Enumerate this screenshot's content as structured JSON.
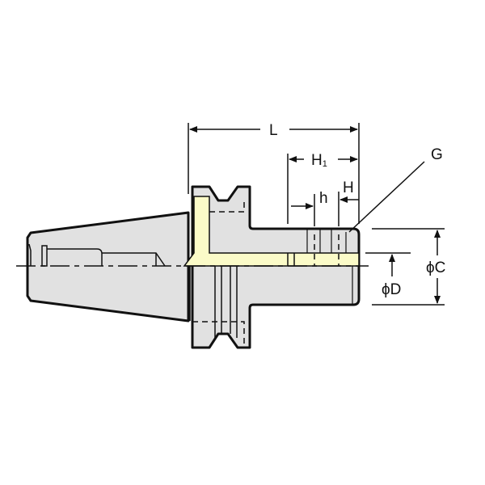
{
  "diagram": {
    "title": "Tool holder dimension drawing",
    "labels": {
      "L": "L",
      "H1_main": "H",
      "H1_sub": "1",
      "h": "h",
      "H": "H",
      "G": "G",
      "phiC": "ϕC",
      "phiD": "ϕD"
    },
    "colors": {
      "body": "#e1e1e1",
      "coolant_channel": "#fbfbc8",
      "outline": "#111111"
    }
  }
}
